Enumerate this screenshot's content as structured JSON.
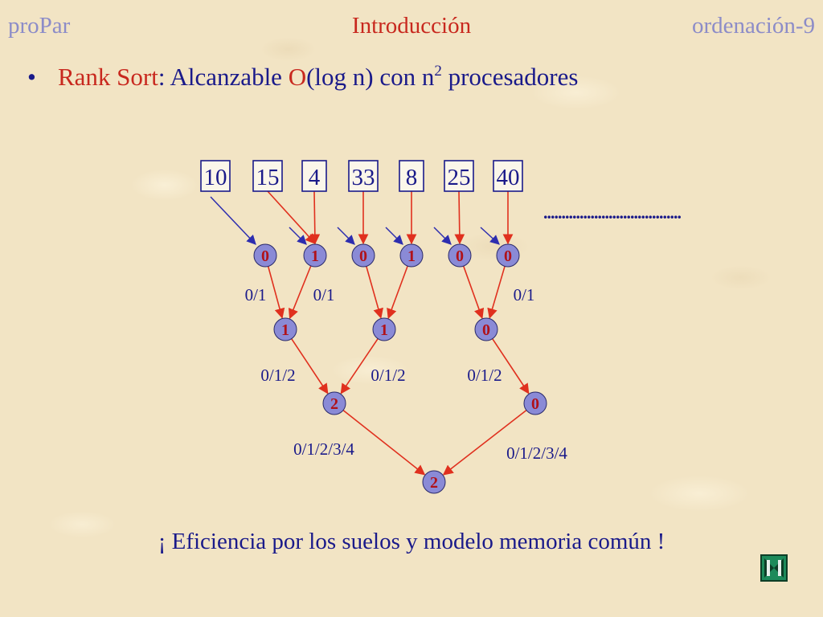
{
  "header": {
    "left": "proPar",
    "center": "Introducción",
    "right": "ordenación-9"
  },
  "bullet": {
    "symbol": "•",
    "part1": "Rank Sort",
    "part2": ": Alcanzable ",
    "part3": "O",
    "part4": "(log n) con n",
    "sup": "2",
    "part5": " procesadores"
  },
  "diagram": {
    "inputs": [
      "10",
      "15",
      "4",
      "33",
      "8",
      "25",
      "40"
    ],
    "ellipsis": "......................................",
    "level1": [
      "0",
      "1",
      "0",
      "1",
      "0",
      "0"
    ],
    "level2": [
      "1",
      "1",
      "0"
    ],
    "level3": [
      "2",
      "0"
    ],
    "root": "2",
    "edge_labels": {
      "l1": [
        "0/1",
        "0/1",
        "0/1"
      ],
      "l2": [
        "0/1/2",
        "0/1/2",
        "0/1/2"
      ],
      "l3": [
        "0/1/2/3/4",
        "0/1/2/3/4"
      ]
    }
  },
  "footer": "¡ Eficiencia por los suelos y modelo memoria común !",
  "nav": {
    "end_icon": "skip-to-end-icon"
  },
  "colors": {
    "background": "#f2e4c4",
    "navy": "#1a1a8a",
    "red_text": "#c8281e",
    "muted_header": "#8c8cc8",
    "node_fill": "#8a8ad6",
    "arrow_red": "#e0301e",
    "arrow_blue": "#2d2daf"
  }
}
